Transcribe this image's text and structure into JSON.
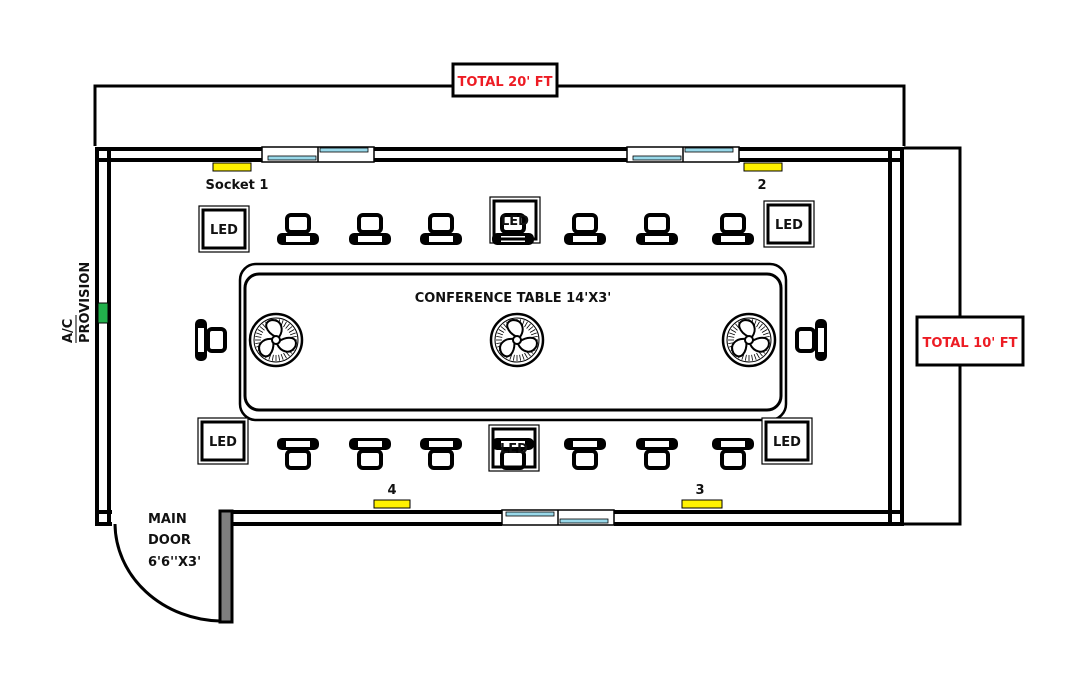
{
  "dimensions": {
    "length_label": "TOTAL 20' FT",
    "width_label": "TOTAL 10' FT"
  },
  "table": {
    "label": "CONFERENCE TABLE 14'X3'"
  },
  "door": {
    "line1": "MAIN",
    "line2": "DOOR",
    "line3": "6'6''X3'"
  },
  "ac": {
    "line1": "A/C",
    "line2": "PROVISION"
  },
  "sockets": [
    {
      "label": "Socket 1"
    },
    {
      "label": "2"
    },
    {
      "label": "3"
    },
    {
      "label": "4"
    }
  ],
  "led_label": "LED",
  "chairs": {
    "top_row_count": 7,
    "bottom_row_count": 7,
    "side_count": 2
  },
  "fans": {
    "count": 3
  },
  "colors": {
    "dimension_text": "#ed1c24",
    "socket": "#fff200",
    "ac_unit": "#22b14c",
    "window_glass": "#99d9ea",
    "door_leaf": "#7f7f7f",
    "wall": "#000000"
  }
}
